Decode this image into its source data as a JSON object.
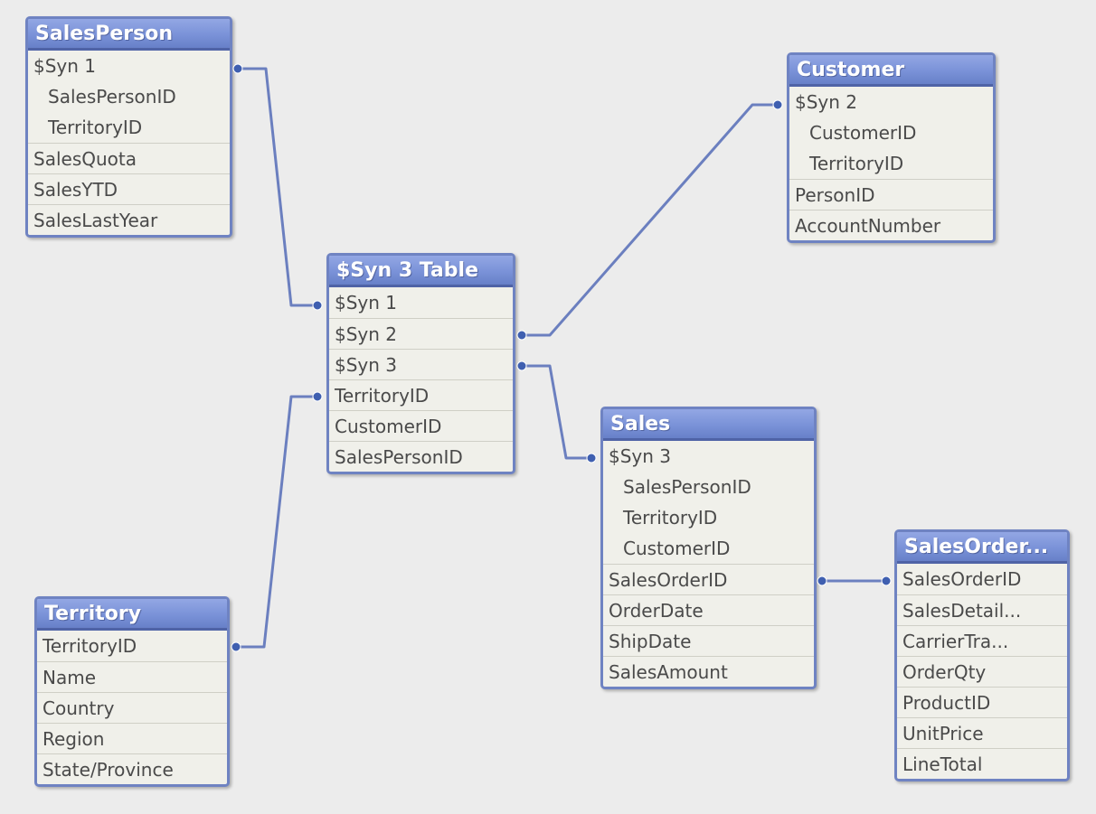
{
  "tables": {
    "salesperson": {
      "title": "SalesPerson",
      "rows": [
        "$Syn 1",
        "SalesPersonID",
        "TerritoryID",
        "SalesQuota",
        "SalesYTD",
        "SalesLastYear"
      ]
    },
    "syn3": {
      "title": "$Syn 3 Table",
      "rows": [
        "$Syn 1",
        "$Syn 2",
        "$Syn 3",
        "TerritoryID",
        "CustomerID",
        "SalesPersonID"
      ]
    },
    "customer": {
      "title": "Customer",
      "rows": [
        "$Syn 2",
        "CustomerID",
        "TerritoryID",
        "PersonID",
        "AccountNumber"
      ]
    },
    "sales": {
      "title": "Sales",
      "rows": [
        "$Syn 3",
        "SalesPersonID",
        "TerritoryID",
        "CustomerID",
        "SalesOrderID",
        "OrderDate",
        "ShipDate",
        "SalesAmount"
      ]
    },
    "territory": {
      "title": "Territory",
      "rows": [
        "TerritoryID",
        "Name",
        "Country",
        "Region",
        "State/Province"
      ]
    },
    "salesorder": {
      "title": "SalesOrder...",
      "rows": [
        "SalesOrderID",
        "SalesDetail...",
        "CarrierTra...",
        "OrderQty",
        "ProductID",
        "UnitPrice",
        "LineTotal"
      ]
    }
  },
  "colors": {
    "background": "#ececec",
    "header": "#7a92d8",
    "border": "#6f83c2",
    "link": "#6b7fbf",
    "endpoint": "#3f5fb0",
    "body": "#f0f0ea"
  }
}
